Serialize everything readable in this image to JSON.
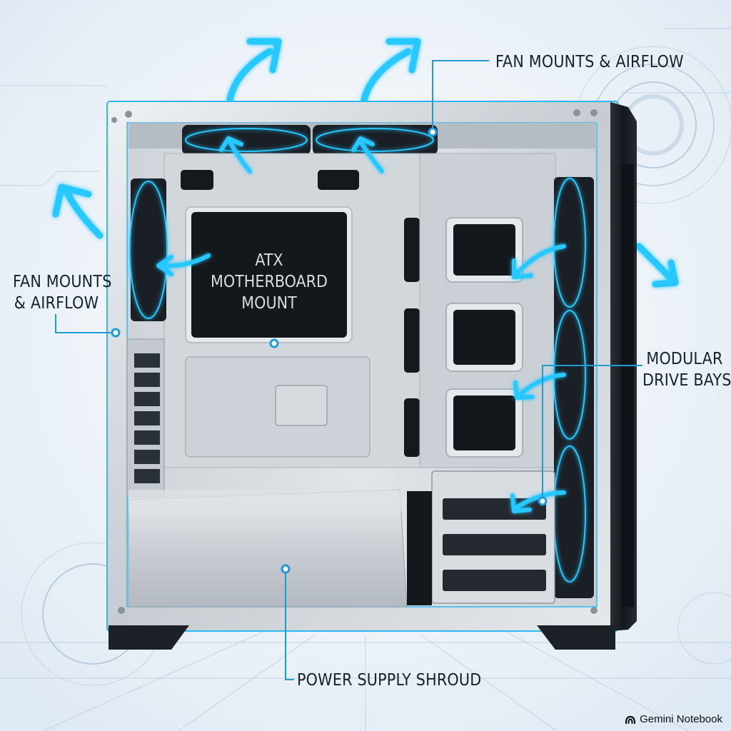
{
  "labels": {
    "top_fan": "FAN MOUNTS & AIRFLOW",
    "left_fan_line1": "FAN MOUNTS",
    "left_fan_line2": "& AIRFLOW",
    "motherboard_line1": "ATX",
    "motherboard_line2": "MOTHERBOARD",
    "motherboard_line3": "MOUNT",
    "drive_line1": "MODULAR",
    "drive_line2": "DRIVE BAYS",
    "psu": "POWER SUPPLY SHROUD"
  },
  "watermark": {
    "text": "Gemini Notebook",
    "icon": "gemini-spark-icon"
  },
  "colors": {
    "accent_glow": "#25c8ff",
    "callout_line": "#1f9cd6",
    "panel_dark": "#161a1f",
    "metal_light": "#d6dbe0",
    "metal_mid": "#b8bec5",
    "background": "#eef4fa"
  }
}
